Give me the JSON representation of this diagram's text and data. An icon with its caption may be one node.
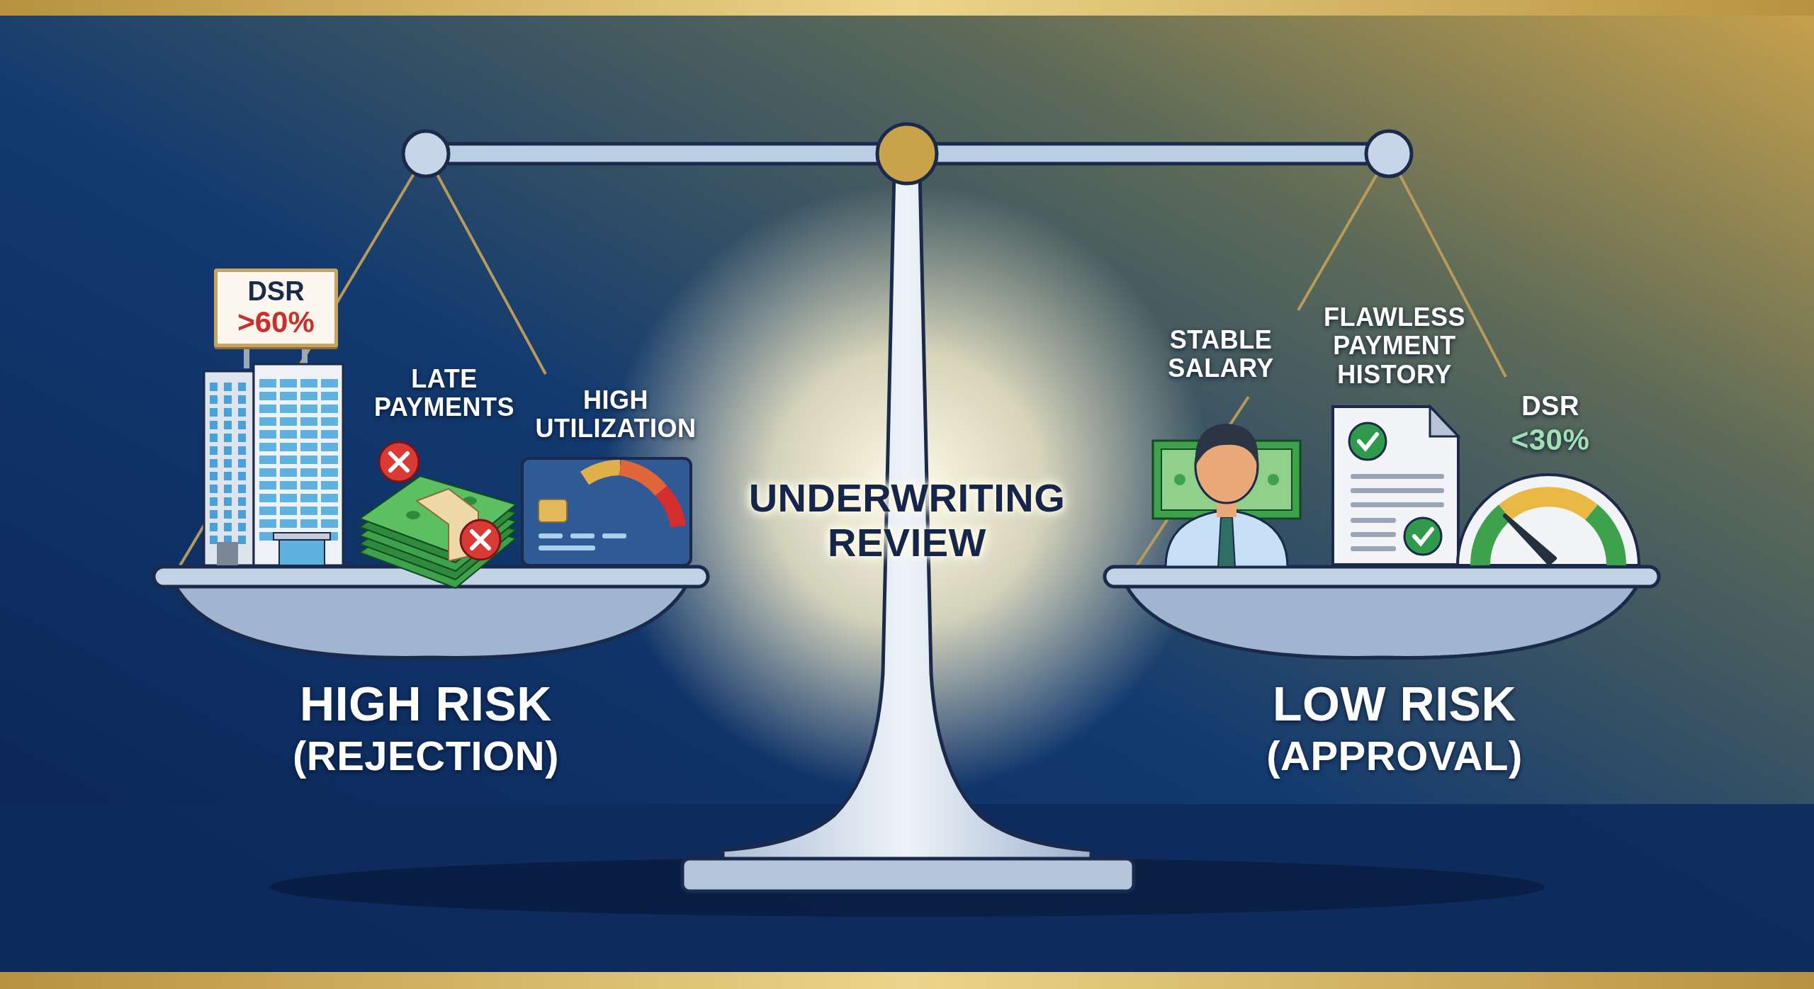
{
  "diagram": {
    "nodes": [
      {
        "text": [
          "DSR",
          ">60%"
        ]
      }
    ],
    "labels": [
      "LATE PAYMENTS",
      "HIGH UTILIZATION",
      "STABLE SALARY",
      "FLAWLESS PAYMENT HISTORY",
      "DSR",
      "<30%",
      "UNDERWRITING REVIEW",
      "HIGH RISK",
      "(REJECTION)",
      "LOW RISK",
      "(APPROVAL)"
    ]
  }
}
